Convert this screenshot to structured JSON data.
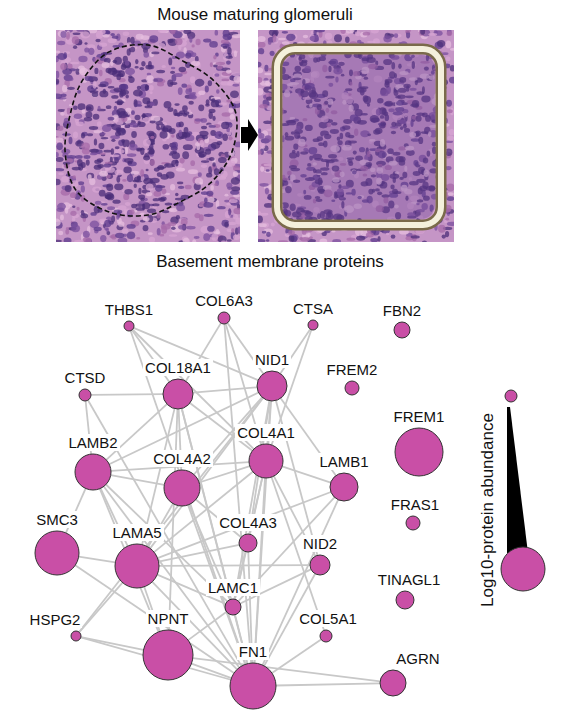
{
  "diagram": {
    "title": "Mouse maturing glomeruli",
    "nodes": [
      {
        "text": [
          "THBS1"
        ]
      },
      {
        "text": [
          "COL6A3"
        ]
      },
      {
        "text": [
          "CTSA"
        ]
      },
      {
        "text": [
          "FBN2"
        ]
      },
      {
        "text": [
          "CTSD"
        ]
      },
      {
        "text": [
          "COL18A1"
        ]
      },
      {
        "text": [
          "NID1"
        ]
      },
      {
        "text": [
          "FREM2"
        ]
      },
      {
        "text": [
          "FREM1"
        ]
      },
      {
        "text": [
          "LAMB2"
        ]
      },
      {
        "text": [
          "COL4A2"
        ]
      },
      {
        "text": [
          "COL4A1"
        ]
      },
      {
        "text": [
          "LAMB1"
        ]
      },
      {
        "text": [
          "FRAS1"
        ]
      },
      {
        "text": [
          "SMC3"
        ]
      },
      {
        "text": [
          "LAMA5"
        ]
      },
      {
        "text": [
          "COL4A3"
        ]
      },
      {
        "text": [
          "NID2"
        ]
      },
      {
        "text": [
          "TINAGL1"
        ]
      },
      {
        "text": [
          "HSPG2"
        ]
      },
      {
        "text": [
          "NPNT"
        ]
      },
      {
        "text": [
          "LAMC1"
        ]
      },
      {
        "text": [
          "COL5A1"
        ]
      },
      {
        "text": [
          "FN1"
        ]
      },
      {
        "text": [
          "AGRN"
        ]
      }
    ],
    "edges": [
      {
        "from": 0,
        "to": 5,
        "arrow": "none"
      },
      {
        "from": 0,
        "to": 6,
        "arrow": "none"
      },
      {
        "from": 0,
        "to": 11,
        "arrow": "none"
      },
      {
        "from": 0,
        "to": 23,
        "arrow": "none"
      },
      {
        "from": 1,
        "to": 5,
        "arrow": "none"
      },
      {
        "from": 1,
        "to": 6,
        "arrow": "none"
      },
      {
        "from": 1,
        "to": 11,
        "arrow": "none"
      },
      {
        "from": 1,
        "to": 23,
        "arrow": "none"
      },
      {
        "from": 2,
        "to": 6,
        "arrow": "none"
      },
      {
        "from": 2,
        "to": 11,
        "arrow": "none"
      },
      {
        "from": 4,
        "to": 5,
        "arrow": "none"
      },
      {
        "from": 4,
        "to": 9,
        "arrow": "none"
      },
      {
        "from": 4,
        "to": 23,
        "arrow": "none"
      },
      {
        "from": 5,
        "to": 6,
        "arrow": "none"
      },
      {
        "from": 5,
        "to": 9,
        "arrow": "none"
      },
      {
        "from": 5,
        "to": 10,
        "arrow": "none"
      },
      {
        "from": 5,
        "to": 11,
        "arrow": "none"
      },
      {
        "from": 5,
        "to": 15,
        "arrow": "none"
      },
      {
        "from": 5,
        "to": 20,
        "arrow": "none"
      },
      {
        "from": 5,
        "to": 21,
        "arrow": "none"
      },
      {
        "from": 5,
        "to": 23,
        "arrow": "none"
      },
      {
        "from": 6,
        "to": 9,
        "arrow": "none"
      },
      {
        "from": 6,
        "to": 10,
        "arrow": "none"
      },
      {
        "from": 6,
        "to": 11,
        "arrow": "none"
      },
      {
        "from": 6,
        "to": 12,
        "arrow": "none"
      },
      {
        "from": 6,
        "to": 15,
        "arrow": "none"
      },
      {
        "from": 6,
        "to": 16,
        "arrow": "none"
      },
      {
        "from": 6,
        "to": 17,
        "arrow": "none"
      },
      {
        "from": 6,
        "to": 19,
        "arrow": "none"
      },
      {
        "from": 6,
        "to": 21,
        "arrow": "none"
      },
      {
        "from": 6,
        "to": 23,
        "arrow": "none"
      },
      {
        "from": 9,
        "to": 10,
        "arrow": "none"
      },
      {
        "from": 9,
        "to": 11,
        "arrow": "none"
      },
      {
        "from": 9,
        "to": 14,
        "arrow": "none"
      },
      {
        "from": 9,
        "to": 15,
        "arrow": "none"
      },
      {
        "from": 9,
        "to": 20,
        "arrow": "none"
      },
      {
        "from": 9,
        "to": 21,
        "arrow": "none"
      },
      {
        "from": 9,
        "to": 23,
        "arrow": "none"
      },
      {
        "from": 10,
        "to": 11,
        "arrow": "none"
      },
      {
        "from": 10,
        "to": 15,
        "arrow": "none"
      },
      {
        "from": 10,
        "to": 16,
        "arrow": "none"
      },
      {
        "from": 10,
        "to": 21,
        "arrow": "none"
      },
      {
        "from": 10,
        "to": 23,
        "arrow": "none"
      },
      {
        "from": 11,
        "to": 12,
        "arrow": "none"
      },
      {
        "from": 11,
        "to": 15,
        "arrow": "none"
      },
      {
        "from": 11,
        "to": 16,
        "arrow": "none"
      },
      {
        "from": 11,
        "to": 17,
        "arrow": "none"
      },
      {
        "from": 11,
        "to": 21,
        "arrow": "none"
      },
      {
        "from": 11,
        "to": 22,
        "arrow": "none"
      },
      {
        "from": 11,
        "to": 23,
        "arrow": "none"
      },
      {
        "from": 12,
        "to": 15,
        "arrow": "none"
      },
      {
        "from": 12,
        "to": 21,
        "arrow": "none"
      },
      {
        "from": 12,
        "to": 23,
        "arrow": "none"
      },
      {
        "from": 14,
        "to": 15,
        "arrow": "none"
      },
      {
        "from": 14,
        "to": 23,
        "arrow": "none"
      },
      {
        "from": 15,
        "to": 16,
        "arrow": "none"
      },
      {
        "from": 15,
        "to": 17,
        "arrow": "none"
      },
      {
        "from": 15,
        "to": 19,
        "arrow": "none"
      },
      {
        "from": 15,
        "to": 20,
        "arrow": "none"
      },
      {
        "from": 15,
        "to": 21,
        "arrow": "none"
      },
      {
        "from": 15,
        "to": 23,
        "arrow": "none"
      },
      {
        "from": 16,
        "to": 21,
        "arrow": "none"
      },
      {
        "from": 16,
        "to": 23,
        "arrow": "none"
      },
      {
        "from": 17,
        "to": 21,
        "arrow": "none"
      },
      {
        "from": 17,
        "to": 23,
        "arrow": "none"
      },
      {
        "from": 19,
        "to": 20,
        "arrow": "none"
      },
      {
        "from": 19,
        "to": 23,
        "arrow": "none"
      },
      {
        "from": 20,
        "to": 21,
        "arrow": "none"
      },
      {
        "from": 20,
        "to": 23,
        "arrow": "none"
      },
      {
        "from": 20,
        "to": 24,
        "arrow": "none"
      },
      {
        "from": 21,
        "to": 23,
        "arrow": "none"
      },
      {
        "from": 22,
        "to": 23,
        "arrow": "none"
      },
      {
        "from": 23,
        "to": 24,
        "arrow": "none"
      }
    ],
    "labels": [
      "Basement membrane proteins"
    ],
    "legend": [
      {
        "text": "Log10-protein abundance"
      }
    ]
  }
}
